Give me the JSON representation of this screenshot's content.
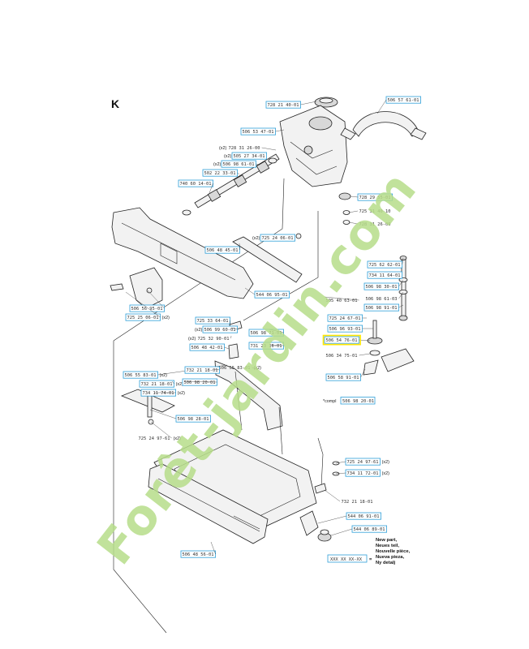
{
  "section_letter": "K",
  "highlight_color": "#ffe600",
  "label_border_color": "#2e9fd8",
  "watermark": {
    "text": "Forêt-jardin.com",
    "colors": [
      "#b7dd8a",
      "#f6c36e",
      "#d8cdb8"
    ]
  },
  "labels": [
    {
      "id": "p01",
      "text": "728 21 40-01",
      "boxed": true,
      "highlight": false
    },
    {
      "id": "p02",
      "text": "506 57 61-01",
      "boxed": true,
      "highlight": false
    },
    {
      "id": "p03",
      "text": "506 53 47-01",
      "boxed": true,
      "highlight": false
    },
    {
      "id": "p04",
      "text": "728 31 26-00",
      "boxed": false,
      "qty": "(x2)",
      "highlight": false
    },
    {
      "id": "p05",
      "text": "505 27 34-01",
      "boxed": true,
      "qty": "(x2)",
      "highlight": false
    },
    {
      "id": "p06",
      "text": "506 98 61-01",
      "boxed": true,
      "qty": "(x2)",
      "highlight": false
    },
    {
      "id": "p07",
      "text": "502 22 33-01",
      "boxed": true,
      "highlight": false
    },
    {
      "id": "p08",
      "text": "740 60 14-01",
      "boxed": true,
      "highlight": false
    },
    {
      "id": "p09",
      "text": "728 29 55-01",
      "boxed": true,
      "highlight": false
    },
    {
      "id": "p10",
      "text": "725 31 40-10",
      "boxed": false,
      "highlight": false
    },
    {
      "id": "p11",
      "text": "728 31 26-00",
      "boxed": false,
      "highlight": false
    },
    {
      "id": "p12",
      "text": "725 24 06-01",
      "boxed": true,
      "qty": "(x2)",
      "highlight": false
    },
    {
      "id": "p13",
      "text": "506 48 45-01",
      "boxed": true,
      "highlight": false
    },
    {
      "id": "p14",
      "text": "725 62 62-01",
      "boxed": true,
      "highlight": false
    },
    {
      "id": "p15",
      "text": "734 11 64-01",
      "boxed": true,
      "highlight": false
    },
    {
      "id": "p16",
      "text": "506 98 30-01",
      "boxed": true,
      "highlight": false
    },
    {
      "id": "p17",
      "text": "544 06 95-01",
      "boxed": true,
      "highlight": false
    },
    {
      "id": "p18",
      "text": "506 98 61-03",
      "boxed": false,
      "highlight": false
    },
    {
      "id": "p19",
      "text": "505 40 63-01",
      "boxed": false,
      "highlight": false
    },
    {
      "id": "p20",
      "text": "506 98 91-01",
      "boxed": true,
      "highlight": false
    },
    {
      "id": "p21",
      "text": "506 56 95-01",
      "boxed": true,
      "highlight": false
    },
    {
      "id": "p22",
      "text": "725 25 06-01",
      "boxed": true,
      "qty": "(x2)",
      "highlight": false
    },
    {
      "id": "p23",
      "text": "725 24 67-01",
      "boxed": true,
      "highlight": false
    },
    {
      "id": "p24",
      "text": "506 96 93-01",
      "boxed": true,
      "highlight": false
    },
    {
      "id": "p25",
      "text": "725 33 64-01",
      "boxed": true,
      "highlight": false
    },
    {
      "id": "p26",
      "text": "506 99 60-01",
      "boxed": true,
      "qty": "(x2)",
      "highlight": false
    },
    {
      "id": "p27",
      "text": "725 32 90-01",
      "boxed": false,
      "qty": "(x2)",
      "highlight": false
    },
    {
      "id": "p28",
      "text": "506 48 42-01",
      "boxed": true,
      "highlight": false
    },
    {
      "id": "p29",
      "text": "506 98 71-01",
      "boxed": true,
      "highlight": false
    },
    {
      "id": "p30",
      "text": "731 23 16-01",
      "boxed": true,
      "highlight": false
    },
    {
      "id": "p31",
      "text": "506 54 76-01",
      "boxed": true,
      "highlight": true
    },
    {
      "id": "p32",
      "text": "506 34 75-01",
      "boxed": false,
      "highlight": false
    },
    {
      "id": "p33",
      "text": "506 58 91-01",
      "boxed": true,
      "highlight": false
    },
    {
      "id": "p34",
      "text": "506 55 83-01",
      "boxed": false,
      "qty": "(x2)",
      "highlight": false
    },
    {
      "id": "p35",
      "text": "506 55 83-01",
      "boxed": true,
      "qty": "(x2)",
      "highlight": false
    },
    {
      "id": "p36",
      "text": "732 21 18-01",
      "boxed": true,
      "qty": "(x2)",
      "highlight": false
    },
    {
      "id": "p37",
      "text": "734 11 74-01",
      "boxed": true,
      "qty": "(x2)",
      "highlight": false
    },
    {
      "id": "p38",
      "text": "732 21 18-01",
      "boxed": true,
      "highlight": false
    },
    {
      "id": "p39",
      "text": "506 98 20-01",
      "boxed": true,
      "highlight": false
    },
    {
      "id": "p40",
      "text": "506 98 28-01",
      "boxed": true,
      "highlight": false
    },
    {
      "id": "p41",
      "text": "725 24 97-61",
      "boxed": false,
      "qty": "(x2)",
      "highlight": false
    },
    {
      "id": "p42",
      "text": "725 24 97-61",
      "boxed": true,
      "qty": "(x2)",
      "highlight": false
    },
    {
      "id": "p43",
      "text": "734 11 72-01",
      "boxed": true,
      "qty": "(x2)",
      "highlight": false
    },
    {
      "id": "p44",
      "text": "732 21 18-01",
      "boxed": false,
      "highlight": false
    },
    {
      "id": "p45",
      "text": "544 06 91-01",
      "boxed": true,
      "highlight": false
    },
    {
      "id": "p46",
      "text": "544 06 89-01",
      "boxed": true,
      "highlight": false
    },
    {
      "id": "p47",
      "text": "506 48 56-01",
      "boxed": true,
      "highlight": false
    }
  ],
  "compl_label": {
    "prefix": "*compl",
    "text": "506 98 20-01"
  },
  "legend": {
    "sample": "XXX XX XX-XX",
    "equals": "=",
    "lines": [
      "New part,",
      "Neues teil,",
      "Nouvelle pièce,",
      "Nueva pieza,",
      "Ny detalj"
    ]
  }
}
